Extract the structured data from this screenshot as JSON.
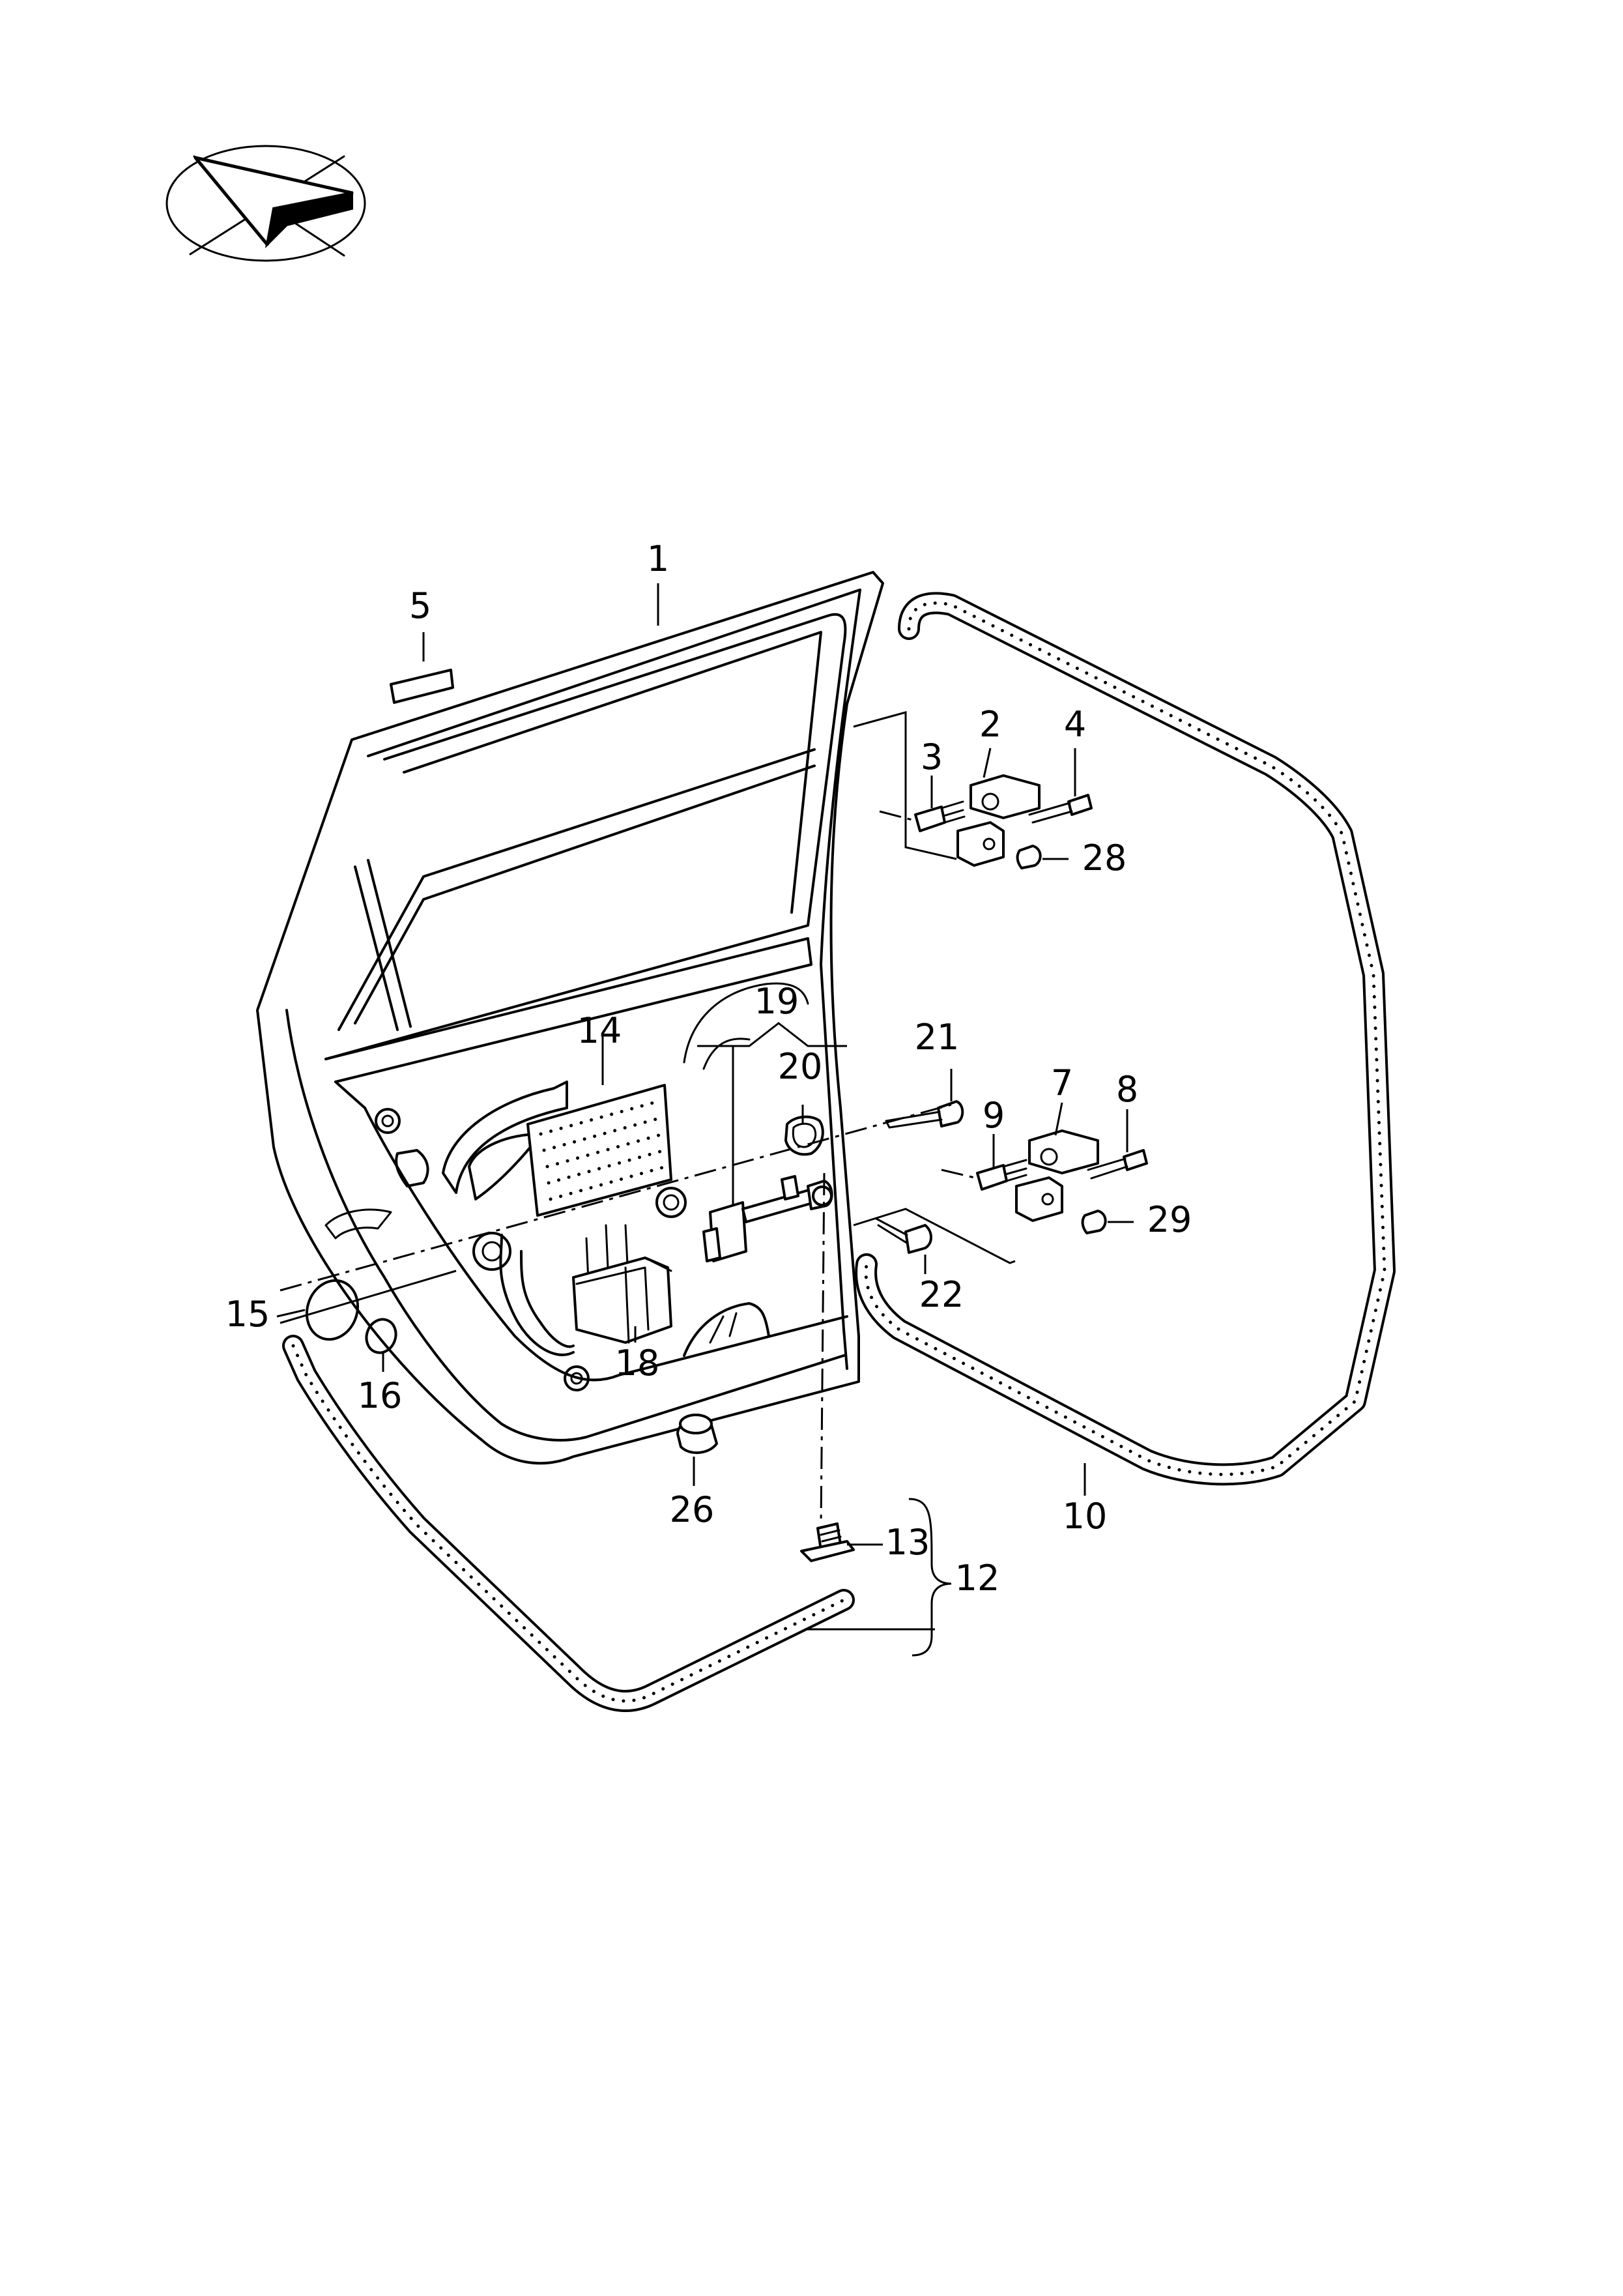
{
  "diagram": {
    "callouts": [
      {
        "id": "c1",
        "label": "1"
      },
      {
        "id": "c2",
        "label": "2"
      },
      {
        "id": "c3",
        "label": "3"
      },
      {
        "id": "c4",
        "label": "4"
      },
      {
        "id": "c5",
        "label": "5"
      },
      {
        "id": "c7",
        "label": "7"
      },
      {
        "id": "c8",
        "label": "8"
      },
      {
        "id": "c9",
        "label": "9"
      },
      {
        "id": "c10",
        "label": "10"
      },
      {
        "id": "c12",
        "label": "12"
      },
      {
        "id": "c13",
        "label": "13"
      },
      {
        "id": "c14",
        "label": "14"
      },
      {
        "id": "c15",
        "label": "15"
      },
      {
        "id": "c16",
        "label": "16"
      },
      {
        "id": "c18",
        "label": "18"
      },
      {
        "id": "c19",
        "label": "19"
      },
      {
        "id": "c20",
        "label": "20"
      },
      {
        "id": "c21",
        "label": "21"
      },
      {
        "id": "c22",
        "label": "22"
      },
      {
        "id": "c26",
        "label": "26"
      },
      {
        "id": "c28",
        "label": "28"
      },
      {
        "id": "c29",
        "label": "29"
      }
    ]
  }
}
